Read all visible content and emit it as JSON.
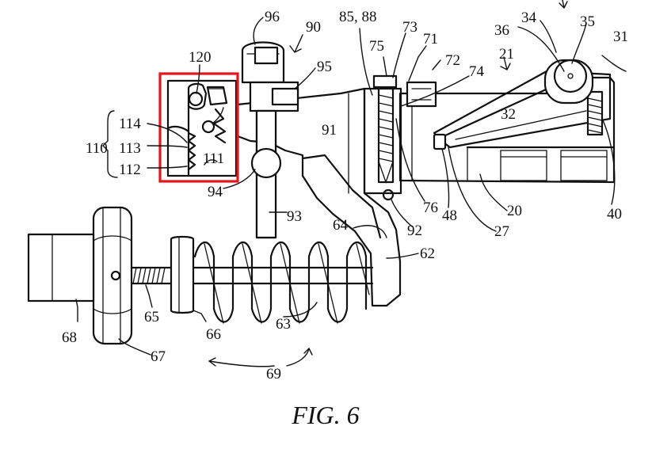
{
  "figure": {
    "caption": "FIG. 6",
    "highlight_color": "#e8141c",
    "line_color": "#111111",
    "labels": {
      "l20": "20",
      "l21": "21",
      "l27": "27",
      "l31": "31",
      "l32": "32",
      "l34": "34",
      "l35": "35",
      "l36": "36",
      "l40": "40",
      "l48": "48",
      "l62": "62",
      "l63": "63",
      "l64": "64",
      "l65": "65",
      "l66": "66",
      "l67": "67",
      "l68": "68",
      "l69": "69",
      "l71": "71",
      "l72": "72",
      "l73": "73",
      "l74": "74",
      "l75": "75",
      "l76": "76",
      "l8588": "85, 88",
      "l90": "90",
      "l91": "91",
      "l92": "92",
      "l93": "93",
      "l94": "94",
      "l95": "95",
      "l96": "96",
      "l110": "110",
      "l111": "111",
      "l112": "112",
      "l113": "113",
      "l114": "114",
      "l120": "120"
    }
  }
}
